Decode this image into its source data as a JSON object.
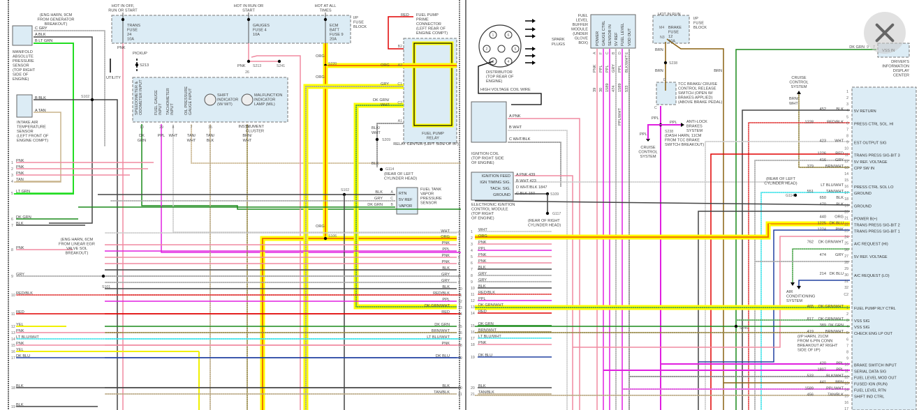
{
  "diagram": {
    "left_page": {
      "components": {
        "map_sensor": {
          "name": "MANIFOLD ABSOLUTE PRESSURE SENSOR",
          "location": "(TOP RIGHT SIDE OF ENGINE)",
          "pins": [
            {
              "pin": "C",
              "color": "GRY"
            },
            {
              "pin": "A",
              "color": "BLK"
            },
            {
              "pin": "B",
              "color": "LT GRN"
            }
          ]
        },
        "iat_sensor": {
          "name": "INTAKE AIR TEMPERATURE SENSOR",
          "location": "(LEFT FRONT OF ENGINE COMPT)",
          "pins": [
            {
              "pin": "B",
              "color": "BLK"
            },
            {
              "pin": "A",
              "color": "TAN"
            }
          ]
        },
        "eng_harn_note_1": "(ENG HARN, 9CM FROM GENERATOR BREAKOUT)",
        "eng_harn_note_2": "(ENG HARN, 6CM FROM LINEAR EGR VALVE SOL BREAKOUT)",
        "fuse_block": {
          "label": "I/P FUSE BLOCK",
          "fuses": [
            {
              "hot": "HOT IN OFF, RUN OR START",
              "name": "TRANS FUSE 24",
              "rating": "10A"
            },
            {
              "hot": "HOT IN RUN OR START",
              "name": "GAUGES FUSE 4",
              "rating": "10A"
            },
            {
              "hot": "HOT AT ALL TIMES",
              "name": "ECM BATT FUSE 9",
              "rating": "20A"
            }
          ]
        },
        "pickup": "PICKUP",
        "utility": "UTILITY",
        "instrument_cluster": {
          "name": "INSTRUMENT CLUSTER",
          "inputs": [
            {
              "label": "SPEEDOMETER & ODOMETER INPUT",
              "pin": "10",
              "color": "DK GRN"
            },
            {
              "label": "FUEL GAUGE INPUT",
              "pin": "29",
              "color": "PPL"
            },
            {
              "label": "TACHOMETER INPUT",
              "pin": "8",
              "color": "WHT"
            },
            {
              "label": "OIL PRESSURE GAUGE INPUT",
              "pin": "7",
              "color": "TAN/WHT"
            },
            {
              "label": "SHIFT INDICATOR (W/ M/T)",
              "pin": "35",
              "color": "TAN/BLK"
            },
            {
              "label": "MALFUNCTION INDICATOR LAMP (MIL)",
              "pin": "24",
              "color": "BRN/WHT"
            }
          ],
          "top_pin": "26"
        },
        "fuel_pump_prime": {
          "name": "FUEL PUMP PRIME CONNECTOR",
          "location": "(LEFT REAR OF ENGINE COMPT)",
          "color": "RED"
        },
        "fuel_pump_relay": {
          "name": "FUEL PUMP RELAY",
          "pins": [
            {
              "pin": "B2",
              "color": "RED"
            },
            {
              "pin": "A2",
              "color": "ORG"
            },
            {
              "pin": "C1",
              "color": "GRY"
            },
            {
              "pin": "C2",
              "color": "DK GRN/WHT"
            },
            {
              "pin": "A1",
              "color": "BLK/WHT"
            }
          ]
        },
        "relay_center": "RELAY CENTER (LEFT SIDE OF I/P)",
        "ground_g114": {
          "name": "G114",
          "location": "(REAR OF LEFT CYLINDER HEAD)"
        },
        "fuel_tank_sensor": {
          "name": "FUEL TANK VAPOR PRESSURE SENSOR",
          "pins": [
            {
              "pin": "A",
              "label": "RTN",
              "color": "BLK"
            },
            {
              "pin": "C",
              "label": "5V REF",
              "color": "GRY"
            },
            {
              "pin": "B",
              "label": "VAPOR",
              "color": "DK GRN"
            }
          ]
        },
        "splices": [
          "S102",
          "S101",
          "S200",
          "S213",
          "S241",
          "S220",
          "S209",
          "S106"
        ],
        "wire_labels": {
          "pnk": "PNK",
          "org": "ORG",
          "blk_wht": "BLK/ WHT",
          "blk": "BLK"
        }
      },
      "left_pins": [
        {
          "num": "1",
          "color": "PNK"
        },
        {
          "num": "2",
          "color": "PNK"
        },
        {
          "num": "3",
          "color": "PNK"
        },
        {
          "num": "4",
          "color": "TAN"
        },
        {
          "num": "5",
          "color": "LT GRN"
        },
        {
          "num": "6",
          "color": "DK GRN"
        },
        {
          "num": "7",
          "color": "BLK"
        },
        {
          "num": "8",
          "color": "PNK"
        },
        {
          "num": "9",
          "color": "GRY"
        },
        {
          "num": "10",
          "color": "RED/BLK"
        },
        {
          "num": "11",
          "color": "RED"
        },
        {
          "num": "12",
          "color": "YEL"
        },
        {
          "num": "13",
          "color": "PNK"
        },
        {
          "num": "14",
          "color": "LT BLU/WHT"
        },
        {
          "num": "15",
          "color": "PNK"
        },
        {
          "num": "16",
          "color": "YEL"
        },
        {
          "num": "17",
          "color": "DK BLU"
        },
        {
          "num": "18",
          "color": "BLK"
        },
        {
          "num": "19",
          "color": "BLK"
        }
      ],
      "right_pins": [
        {
          "num": "1",
          "color": "WHT"
        },
        {
          "num": "2",
          "color": "ORG"
        },
        {
          "num": "3",
          "color": "PNK"
        },
        {
          "num": "4",
          "color": "PPL"
        },
        {
          "num": "5",
          "color": "PNK"
        },
        {
          "num": "6",
          "color": "PNK"
        },
        {
          "num": "7",
          "color": "BLK"
        },
        {
          "num": "8",
          "color": "GRY"
        },
        {
          "num": "9",
          "color": "GRY"
        },
        {
          "num": "10",
          "color": "BLK"
        },
        {
          "num": "11",
          "color": "RED/BLK"
        },
        {
          "num": "12",
          "color": "PPL"
        },
        {
          "num": "13",
          "color": "DK GRN/WHT"
        },
        {
          "num": "14",
          "color": "RED"
        },
        {
          "num": "15",
          "color": "DK GRN"
        },
        {
          "num": "16",
          "color": "BRN/WHT"
        },
        {
          "num": "17",
          "color": "LT BLU/WHT"
        },
        {
          "num": "18",
          "color": "PNK"
        },
        {
          "num": "19",
          "color": "DK BLU"
        },
        {
          "num": "20",
          "color": "BLK"
        },
        {
          "num": "21",
          "color": "TAN/BLK"
        }
      ]
    },
    "right_page": {
      "distributor": {
        "name": "DISTRIBUTOR",
        "location": "(TOP REAR OF ENGINE)",
        "spark_plugs": "SPARK PLUGS",
        "coil_wire": "HIGH VOLTAGE COIL WIRE",
        "cylinders": [
          "1",
          "2",
          "3",
          "4",
          "5",
          "6"
        ]
      },
      "ignition_coil": {
        "name": "IGNITION COIL",
        "location": "(TOP RIGHT SIDE OF ENGINE)",
        "pins": [
          {
            "pin": "A",
            "color": "PNK"
          },
          {
            "pin": "B",
            "color": "WHT"
          },
          {
            "pin": "C",
            "color": "WHT/BLK"
          }
        ]
      },
      "eicm": {
        "name": "ELECTRONIC IGNITION CONTROL MODULE",
        "location": "(TOP RIGHT OF ENGINE)",
        "pins": [
          {
            "label": "IGNITION FEED",
            "pin": "A",
            "color": "PNK",
            "circuit": "439"
          },
          {
            "label": "IGN TIMING SIG.",
            "pin": "B",
            "color": "WHT",
            "circuit": "423"
          },
          {
            "label": "TACH. SIG.",
            "pin": "D",
            "color": "WHT/BLK",
            "circuit": "1847"
          },
          {
            "label": "GROUND",
            "pin": "C",
            "color": "BLK",
            "circuit": "150"
          }
        ]
      },
      "ground_g117": {
        "name": "G117",
        "splice": "S109",
        "location": "(REAR OF RIGHT CYLINDER HEAD)",
        "wire": "BLK"
      },
      "ground_g114": {
        "name": "G114",
        "location": "(REAR OF LEFT CYLINDER HEAD)"
      },
      "fuel_level_buffer": {
        "name": "FUEL LEVEL BUFFER MODULE",
        "location": "(UNDER GLOVE BOX)",
        "pins": [
          {
            "label": "POWER",
            "pin": "A",
            "color": "PNK",
            "circuit": "39"
          },
          {
            "label": "GAUGE CTRL",
            "pin": "F",
            "color": "PPL",
            "circuit": "30"
          },
          {
            "label": "SENSOR IN",
            "pin": "C",
            "color": "PPL",
            "circuit": "1589"
          },
          {
            "label": "5V REF",
            "pin": "B",
            "color": "GRY",
            "circuit": "474"
          },
          {
            "label": "FUEL LEVEL",
            "pin": "D",
            "color": "PPL",
            "circuit": "1589"
          },
          {
            "label": "VOD OUT",
            "pin": "E",
            "color": "BLK/WHT",
            "circuit": "533"
          }
        ],
        "ppl_wht": "PPL/WHT"
      },
      "brake_fuse": {
        "hot": "HOT IN RUN",
        "name": "BRAKE FUSE 12",
        "rating": "10A",
        "pins": [
          "M4",
          "N3"
        ],
        "block": "I/P FUSE BLOCK"
      },
      "tcc_switch": {
        "name": "TCC BRAKE/ CRUISE CONTROL RELEASE SWITCH (OPEN W/ BRAKES APPLIED) (ABOVE BRAKE PEDAL)",
        "pins": [
          "D",
          "C"
        ],
        "splice": "S238",
        "wire_in": "BRN",
        "wire_out": "PPL"
      },
      "s238_note": "(DASH HARN, 11CM FROM TCC BRAKE SWITCH BREAKOUT)",
      "anti_lock": "ANTI-LOCK BRAKES SYSTEM",
      "cruise_left": "CRUISE CONTROL SYSTEM",
      "cruise_top": "CRUISE CONTROL SYSTEM",
      "cruise_wire": "BRN/ WHT",
      "dic": {
        "name": "DRIVER'S INFORMATION DISPLAY CENTER",
        "pins": [
          "9",
          "7"
        ],
        "wire": "DK GRN",
        "label": "VSS IN"
      },
      "ac_system": "AIR CONDITIONING SYSTEM",
      "s246": "S246",
      "ip_harn_note": "(I/P HARN, 21CM FROM 6-PIN CONN BREAKOUT AT RIGHT SIDE OF I/P)",
      "brn": "BRN",
      "pcm_c2_label": "C2",
      "pcm_rows_c2": [
        {
          "num": "1",
          "circuit": "",
          "color": "",
          "func": ""
        },
        {
          "num": "2",
          "circuit": "",
          "color": "",
          "func": ""
        },
        {
          "num": "3",
          "circuit": "",
          "color": "",
          "func": ""
        },
        {
          "num": "4",
          "circuit": "452",
          "color": "BLK",
          "func": "5V RETURN"
        },
        {
          "num": "5",
          "circuit": "",
          "color": "",
          "func": ""
        },
        {
          "num": "6",
          "circuit": "1228",
          "color": "RED/BLK",
          "func": "PRESS CTRL SOL. HI"
        },
        {
          "num": "7",
          "circuit": "",
          "color": "",
          "func": ""
        },
        {
          "num": "8",
          "circuit": "",
          "color": "",
          "func": ""
        },
        {
          "num": "9",
          "circuit": "423",
          "color": "WHT",
          "func": "EST OUTPUT SIG"
        },
        {
          "num": "10",
          "circuit": "",
          "color": "",
          "func": ""
        },
        {
          "num": "11",
          "circuit": "1226",
          "color": "RED",
          "func": "TRANS PRESS SIG-BIT 3"
        },
        {
          "num": "12",
          "circuit": "416",
          "color": "GRY",
          "func": "5V REF. VOLTAGE"
        },
        {
          "num": "13",
          "circuit": "379",
          "color": "BRN/WHT",
          "func": "CPP SW IN"
        },
        {
          "num": "14",
          "circuit": "",
          "color": "",
          "func": ""
        },
        {
          "num": "15",
          "circuit": "",
          "color": "",
          "func": ""
        },
        {
          "num": "16",
          "circuit": "",
          "color": "LT BLU/WHT",
          "func": "PRESS CTRL SOL LO"
        },
        {
          "num": "17",
          "circuit": "551",
          "color": "TAN/WHT",
          "func": "GROUND"
        },
        {
          "num": "18",
          "circuit": "650",
          "color": "BLK",
          "func": ""
        },
        {
          "num": "19",
          "circuit": "470",
          "color": "BLK",
          "func": "GROUND"
        },
        {
          "num": "20",
          "circuit": "",
          "color": "",
          "func": ""
        },
        {
          "num": "21",
          "circuit": "440",
          "color": "ORG",
          "func": "POWER B(+)"
        },
        {
          "num": "22",
          "circuit": "1225",
          "color": "DK BLU",
          "func": "TRANS PRESS SIG-BIT 2"
        },
        {
          "num": "23",
          "circuit": "1224",
          "color": "PNK",
          "func": "TRANS PRESS SIG-BIT 1"
        },
        {
          "num": "24",
          "circuit": "",
          "color": "",
          "func": ""
        },
        {
          "num": "25",
          "circuit": "762",
          "color": "DK GRN/WHT",
          "func": "A/C REQUEST (HI)"
        },
        {
          "num": "26",
          "circuit": "",
          "color": "",
          "func": ""
        },
        {
          "num": "27",
          "circuit": "474",
          "color": "GRY",
          "func": "5V REF. VOLTAGE"
        },
        {
          "num": "28",
          "circuit": "",
          "color": "",
          "func": ""
        },
        {
          "num": "29",
          "circuit": "",
          "color": "",
          "func": ""
        },
        {
          "num": "30",
          "circuit": "214",
          "color": "DK BLU",
          "func": "A/C REQUEST (LO)"
        },
        {
          "num": "31",
          "circuit": "",
          "color": "",
          "func": ""
        },
        {
          "num": "32",
          "circuit": "",
          "color": "",
          "func": ""
        }
      ],
      "pcm_rows_c3": [
        {
          "num": "1",
          "circuit": "465",
          "color": "DK GRN/WHT",
          "func": "FUEL PUMP RLY CTRL"
        },
        {
          "num": "2",
          "circuit": "",
          "color": "",
          "func": ""
        },
        {
          "num": "3",
          "circuit": "817",
          "color": "DK GRN/WHT",
          "func": "VSS SIG"
        },
        {
          "num": "4",
          "circuit": "389",
          "color": "DK GRN",
          "func": "VSS SIG"
        },
        {
          "num": "5",
          "circuit": "419",
          "color": "BRN/WHT",
          "func": "CHECK ENG LP OUT"
        },
        {
          "num": "6",
          "circuit": "",
          "color": "",
          "func": ""
        },
        {
          "num": "7",
          "circuit": "",
          "color": "",
          "func": ""
        },
        {
          "num": "8",
          "circuit": "",
          "color": "",
          "func": ""
        },
        {
          "num": "9",
          "circuit": "",
          "color": "",
          "func": ""
        },
        {
          "num": "10",
          "circuit": "420",
          "color": "PPL",
          "func": "BRAKE SWITCH INPUT"
        },
        {
          "num": "11",
          "circuit": "1807",
          "color": "PPL",
          "func": "SERIAL DATA SIG"
        },
        {
          "num": "12",
          "circuit": "533",
          "color": "BLK/WHT",
          "func": "FUEL LEVEL MOD OUT"
        },
        {
          "num": "13",
          "circuit": "441",
          "color": "BRN",
          "func": "FUSED IGN (RUN)"
        },
        {
          "num": "14",
          "circuit": "1589",
          "color": "PPL/WHT",
          "func": "FUEL LEVEL RTN"
        },
        {
          "num": "15",
          "circuit": "456",
          "color": "TAN/BLK",
          "func": "SHIFT IND CTRL"
        },
        {
          "num": "16",
          "circuit": "",
          "color": "",
          "func": ""
        },
        {
          "num": "17",
          "circuit": "",
          "color": "",
          "func": ""
        }
      ]
    },
    "wire_colors": {
      "PNK": "#f08aa0",
      "TAN": "#c8b48c",
      "LT GRN": "#22dd22",
      "DK GRN": "#1a8a1a",
      "BLK": "#444444",
      "GRY": "#a0a0a0",
      "RED/BLK": "#e03030",
      "RED": "#e00000",
      "YEL": "#f0f000",
      "LT BLU/WHT": "#30e0e8",
      "DK BLU": "#2040a0",
      "WHT": "#c8c8c8",
      "ORG": "#f07800",
      "PPL": "#e020e0",
      "DK GRN/WHT": "#40a040",
      "BRN/WHT": "#8a7a30",
      "TAN/BLK": "#b4a078",
      "BRN": "#8a6010",
      "BLK/WHT": "#777777",
      "PPL/WHT": "#e060e0",
      "TAN/WHT": "#c8b48c",
      "highlight": "#ffff00"
    },
    "close_button": "close"
  }
}
